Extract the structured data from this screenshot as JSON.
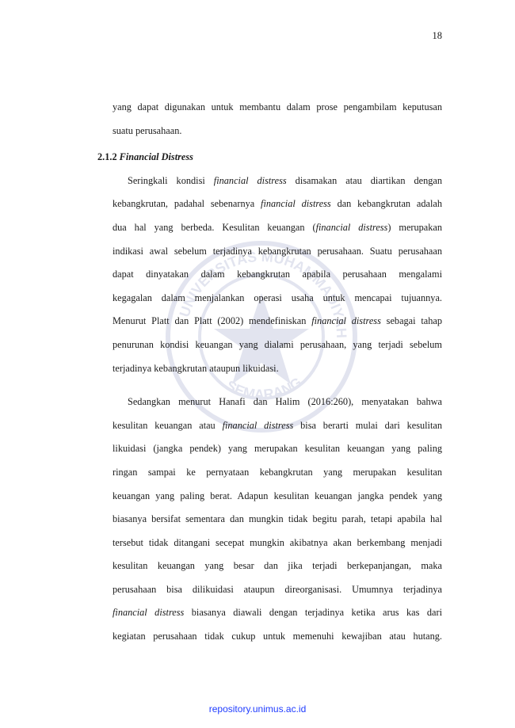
{
  "page_number": "18",
  "footer": "repository.unimus.ac.id",
  "para0": [
    "yang dapat digunakan untuk membantu dalam prose pengambilam keputusan",
    "suatu perusahaan."
  ],
  "heading": {
    "number": "2.1.2",
    "title": "Financial Distress"
  },
  "para1": {
    "l1": {
      "a": "Seringkali kondisi ",
      "i": "financial distress",
      "b": " disamakan atau diartikan dengan"
    },
    "l2": {
      "a": "kebangkrutan, padahal sebenarnya ",
      "i": "financial distress",
      "b": " dan kebangkrutan adalah"
    },
    "l3": {
      "a": "dua hal yang berbeda. Kesulitan keuangan (",
      "i": "financial distress",
      "b": ") merupakan"
    },
    "l4": "indikasi awal sebelum terjadinya kebangkrutan perusahaan. Suatu perusahaan",
    "l5": "dapat dinyatakan dalam kebangkrutan apabila perusahaan mengalami",
    "l6": "kegagalan dalam menjalankan operasi usaha untuk mencapai tujuannya.",
    "l7": {
      "a": "Menurut Platt dan Platt (2002) mendefiniskan ",
      "i": "financial distress",
      "b": " sebagai tahap"
    },
    "l8": "penurunan kondisi keuangan yang dialami perusahaan, yang terjadi sebelum",
    "l9": "terjadinya kebangkrutan ataupun likuidasi."
  },
  "para2": {
    "l1": "Sedangkan menurut Hanafi dan Halim (2016:260), menyatakan bahwa",
    "l2": {
      "a": "kesulitan keuangan atau ",
      "i": "financial distress",
      "b": " bisa berarti mulai dari kesulitan"
    },
    "l3": "likuidasi (jangka pendek) yang merupakan kesulitan keuangan yang paling",
    "l4": "ringan sampai ke pernyataan kebangkrutan yang merupakan kesulitan",
    "l5": "keuangan yang paling berat. Adapun kesulitan keuangan jangka pendek yang",
    "l6": "biasanya bersifat sementara dan mungkin tidak begitu parah, tetapi apabila hal",
    "l7": "tersebut tidak ditangani secepat mungkin akibatnya akan berkembang menjadi",
    "l8": "kesulitan keuangan yang besar dan jika terjadi berkepanjangan, maka",
    "l9": "perusahaan bisa dilikuidasi ataupun direorganisasi. Umumnya terjadinya",
    "l10": {
      "i": "financial distress",
      "b": " biasanya diawali dengan terjadinya ketika arus kas dari"
    },
    "l11": "kegiatan perusahaan tidak cukup untuk memenuhi kewajiban atau hutang."
  },
  "colors": {
    "footer_link": "#1f3cff",
    "text": "#1a1a1a"
  },
  "watermark": {
    "ring_text": "UNIVERSITAS MUHAMMADIYAH SEMARANG"
  }
}
